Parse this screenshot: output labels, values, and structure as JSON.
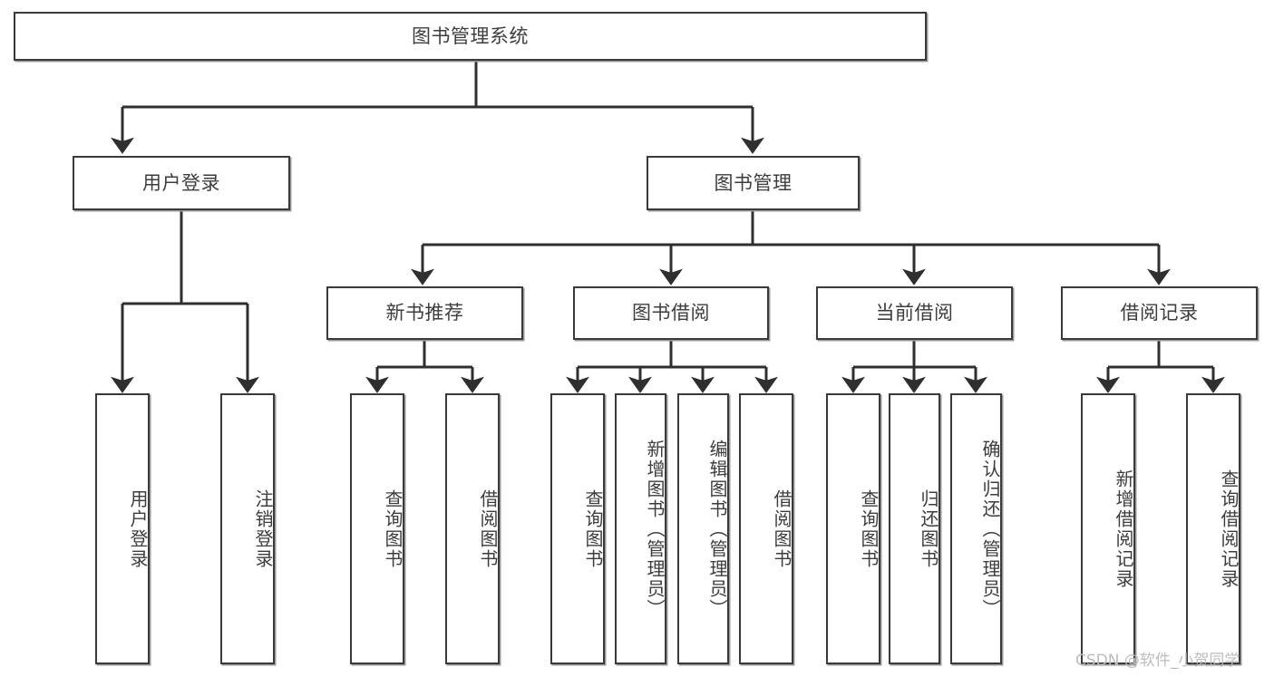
{
  "diagram": {
    "title": "图书管理系统",
    "type": "tree-hierarchy",
    "colors": {
      "box_border": "#3a3a3a",
      "box_fill": "#ffffff",
      "edge": "#2f2f2f",
      "text": "#3d3d3d",
      "watermark": "#bdbdbd"
    },
    "root": {
      "label": "图书管理系统"
    },
    "level2": [
      {
        "label": "用户登录"
      },
      {
        "label": "图书管理"
      }
    ],
    "level3": [
      {
        "label": "新书推荐"
      },
      {
        "label": "图书借阅"
      },
      {
        "label": "当前借阅"
      },
      {
        "label": "借阅记录"
      }
    ],
    "leaves": {
      "user_login": [
        {
          "label": "用户登录"
        },
        {
          "label": "注销登录"
        }
      ],
      "new_book_recommend": [
        {
          "label": "查询图书"
        },
        {
          "label": "借阅图书"
        }
      ],
      "book_borrow": [
        {
          "label": "查询图书"
        },
        {
          "label": "新增图书（管理员）"
        },
        {
          "label": "编辑图书（管理员）"
        },
        {
          "label": "借阅图书"
        }
      ],
      "current_borrow": [
        {
          "label": "查询图书"
        },
        {
          "label": "归还图书"
        },
        {
          "label": "确认归还（管理员）"
        }
      ],
      "borrow_records": [
        {
          "label": "新增借阅记录"
        },
        {
          "label": "查询借阅记录"
        }
      ]
    },
    "watermark": "CSDN @软件_小贺同学"
  }
}
